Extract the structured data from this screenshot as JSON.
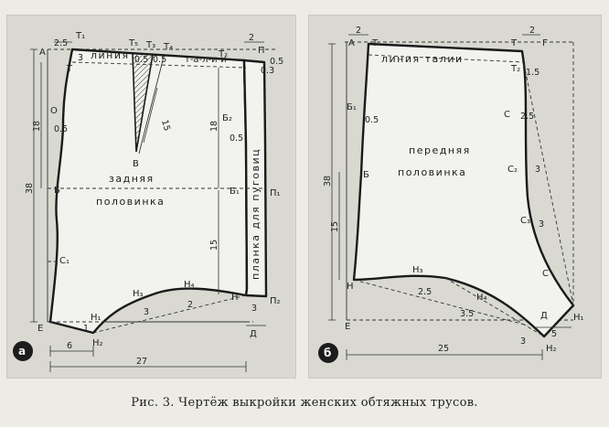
{
  "figure": {
    "caption": "Рис. 3. Чертёж выкройки женских обтяжных трусов."
  },
  "panel_a": {
    "badge": "а",
    "titles": {
      "line1": "задняя",
      "line2": "половинка"
    },
    "line_labels": {
      "waist": "линия",
      "waist_end": "т-а-л-и-и",
      "placket": "планка для пуговиц"
    },
    "points": {
      "A": "А",
      "T": "Т",
      "T1": "Т₁",
      "T2": "Т₂",
      "T3": "Т₃",
      "T4": "Т₄",
      "T5": "Т₅",
      "P": "П",
      "P1": "П₁",
      "P2": "П₂",
      "B": "Б",
      "B1": "Б₁",
      "B2": "Б₂",
      "V": "В",
      "C1": "С₁",
      "E": "Е",
      "N": "Н",
      "N1": "Н₁",
      "N2": "Н₂",
      "N3": "Н₃",
      "N4": "Н₄",
      "D": "Д",
      "O": "О"
    },
    "dims": {
      "d2_5": "2.5",
      "d3_top": "3",
      "d2_top": "2",
      "d0_5a": "0.5",
      "d0_5b": "0.5",
      "d0_5c": "0.5",
      "d0_5d": "0.5",
      "d0_5e": "0.5",
      "d0_3": "0.3",
      "d18a": "18",
      "d18b": "18",
      "d38": "38",
      "d15a": "15",
      "d15b": "15",
      "d3a": "3",
      "d2a": "2",
      "d3b": "3",
      "d1": "1",
      "d6": "6",
      "d27": "27"
    }
  },
  "panel_b": {
    "badge": "б",
    "titles": {
      "line1": "передняя",
      "line2": "половинка"
    },
    "line_labels": {
      "waist": "линия талии"
    },
    "points": {
      "A": "А",
      "T": "Т",
      "T2": "Т₂",
      "G": "Г",
      "B": "Б",
      "B1": "Б₁",
      "C": "С",
      "C1": "С",
      "C2": "С₂",
      "C3": "С₃",
      "E": "Е",
      "N": "Н",
      "N1": "Н₁",
      "N2": "Н₂",
      "N3": "Н₃",
      "N4": "Н₄",
      "D": "Д"
    },
    "dims": {
      "d2a": "2",
      "d2b": "2",
      "d1_5": "1.5",
      "d0_5": "0.5",
      "d2_5a": "2.5",
      "d38": "38",
      "d15": "15",
      "d2_5b": "2.5",
      "d3_5": "3.5",
      "d3a": "3",
      "d3b": "3",
      "d5": "5",
      "d25": "25",
      "d3c": "3"
    }
  }
}
